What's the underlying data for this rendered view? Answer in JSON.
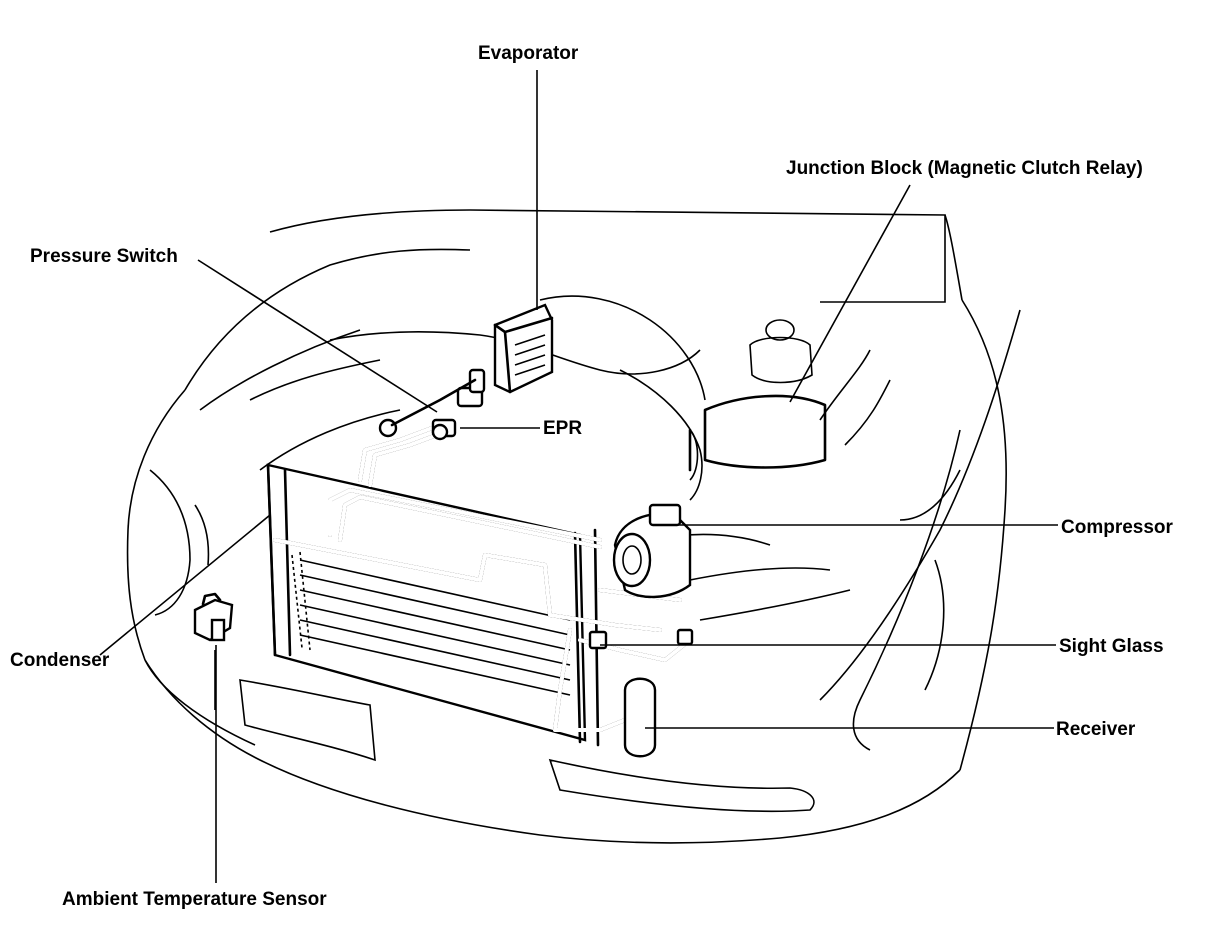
{
  "labels": {
    "evaporator": "Evaporator",
    "junction_block": "Junction Block (Magnetic Clutch Relay)",
    "pressure_switch": "Pressure Switch",
    "epr": "EPR",
    "compressor": "Compressor",
    "condenser": "Condenser",
    "sight_glass": "Sight Glass",
    "receiver": "Receiver",
    "ambient_sensor": "Ambient Temperature Sensor"
  }
}
